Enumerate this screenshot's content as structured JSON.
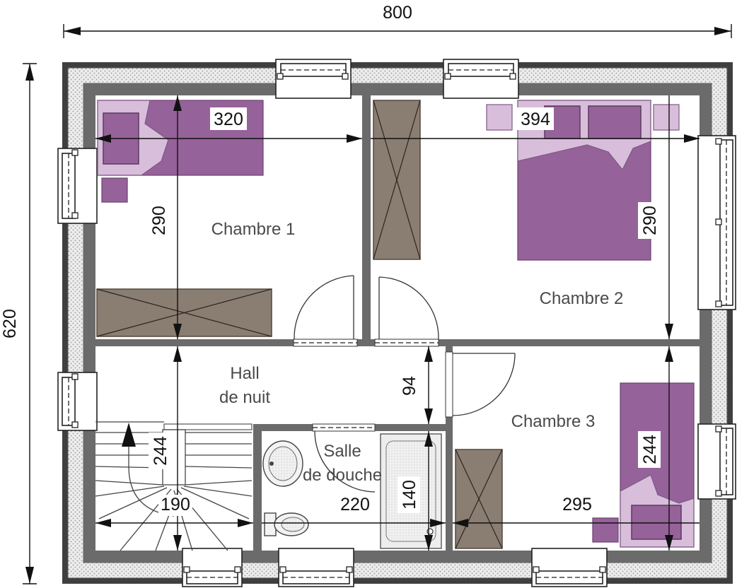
{
  "rooms": {
    "chambre1": "Chambre 1",
    "chambre2": "Chambre 2",
    "chambre3": "Chambre 3",
    "hall_line1": "Hall",
    "hall_line2": "de nuit",
    "salle_line1": "Salle",
    "salle_line2": "de douche"
  },
  "dimensions": {
    "overall_width": "800",
    "overall_depth": "620",
    "chambre1_width": "320",
    "chambre1_depth": "290",
    "chambre2_width": "394",
    "chambre2_depth": "290",
    "hall_depth": "94",
    "stair_depth": "244",
    "stair_width": "190",
    "salle_width": "220",
    "salle_depth": "140",
    "chambre3_depth": "244",
    "chambre3_width": "295"
  },
  "colors": {
    "bed_purple": "#96629a",
    "bed_light": "#d8bedb",
    "wardrobe_brown": "#8a7d72",
    "wall_dark": "#6b6b6b"
  }
}
